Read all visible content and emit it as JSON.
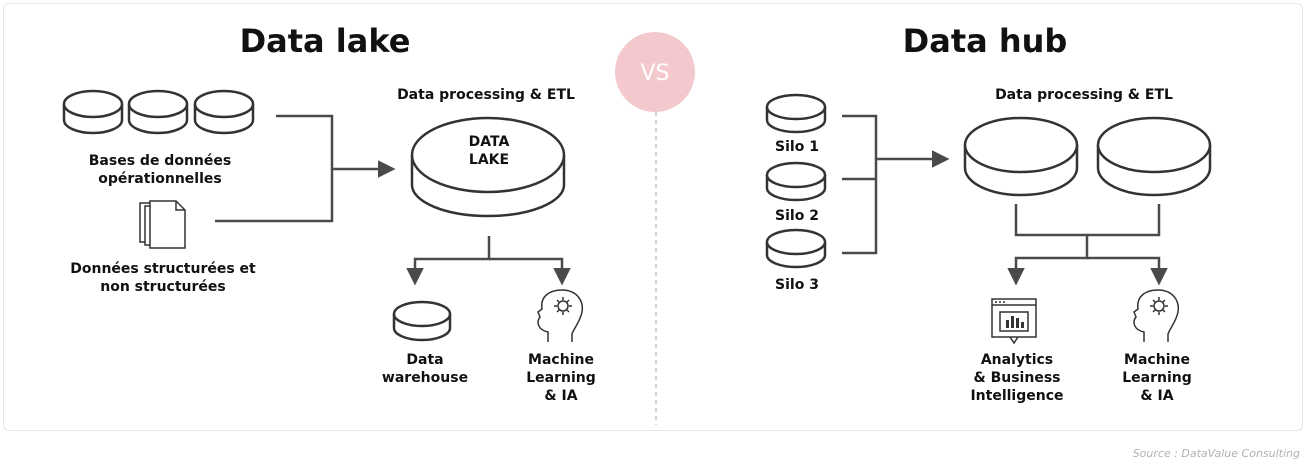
{
  "left": {
    "title": "Data lake",
    "processing_label": "Data processing & ETL",
    "lake_label_1": "DATA",
    "lake_label_2": "LAKE",
    "sources": {
      "databases_line1": "Bases de données",
      "databases_line2": "opérationnelles",
      "files_line1": "Données structurées et",
      "files_line2": "non structurées"
    },
    "outputs": {
      "warehouse_line1": "Data",
      "warehouse_line2": "warehouse",
      "ml_line1": "Machine",
      "ml_line2": "Learning",
      "ml_line3": "& IA"
    }
  },
  "vs_label": "VS",
  "right": {
    "title": "Data hub",
    "processing_label": "Data processing & ETL",
    "silos": [
      "Silo 1",
      "Silo 2",
      "Silo 3"
    ],
    "outputs": {
      "analytics_line1": "Analytics",
      "analytics_line2": "& Business",
      "analytics_line3": "Intelligence",
      "ml_line1": "Machine",
      "ml_line2": "Learning",
      "ml_line3": "& IA"
    }
  },
  "source_note": "Source : DataValue Consulting",
  "colors": {
    "vs_circle": "#f3c9cd",
    "lines": "#4a4a4a",
    "text": "#111111"
  }
}
